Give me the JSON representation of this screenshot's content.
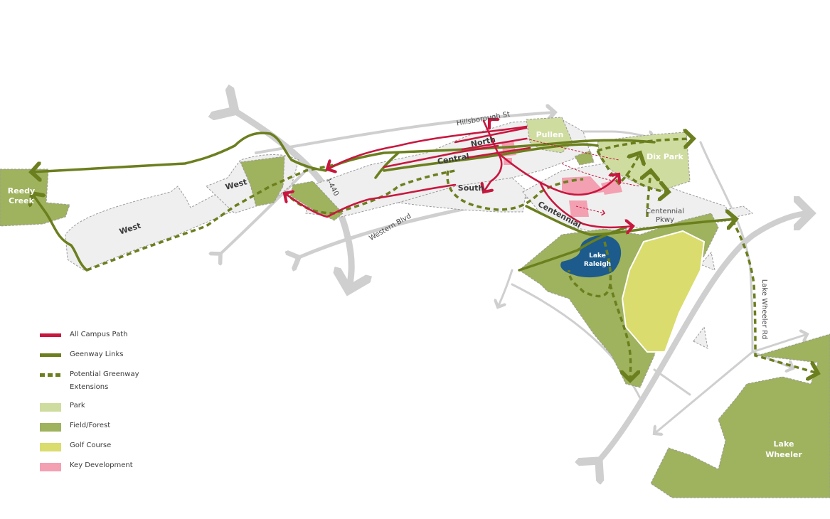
{
  "colors": {
    "campus_path": "#c8173f",
    "greenway": "#6b7f1e",
    "park": "#cfdc9f",
    "field_forest": "#9fb25e",
    "golf": "#dadc6e",
    "key_development": "#f3a0b2",
    "campus_area": "#efefef",
    "road": "#cfcfcf",
    "lake": "#1d5b8c"
  },
  "labels": {
    "reedy_creek": [
      "Reedy",
      "Creek"
    ],
    "west_1": "West",
    "west_2": "West",
    "i440": "I-440",
    "western_blvd": "Western Blvd",
    "hillsborough": "Hillsborough St",
    "north": "North",
    "central": "Central",
    "south": "South",
    "pullen": "Pullen",
    "dix_park": "Dix Park",
    "centennial": "Centennial",
    "centennial_pkwy": [
      "Centennial",
      "Pkwy"
    ],
    "lake_raleigh": [
      "Lake",
      "Raleigh"
    ],
    "lake_wheeler_rd": "Lake Wheeler Rd",
    "lake_wheeler": [
      "Lake",
      "Wheeler"
    ]
  },
  "legend": {
    "items": [
      {
        "label": "All Campus Path",
        "type": "line",
        "color": "#c8173f"
      },
      {
        "label": "Geenway Links",
        "type": "line",
        "color": "#6b7f1e"
      },
      {
        "label": "Potential Greenway Extensions",
        "type": "dash",
        "color": "#6b7f1e"
      },
      {
        "label": "Park",
        "type": "box",
        "color": "#cfdc9f"
      },
      {
        "label": "Field/Forest",
        "type": "box",
        "color": "#9fb25e"
      },
      {
        "label": "Golf Course",
        "type": "box",
        "color": "#dadc6e"
      },
      {
        "label": "Key Development",
        "type": "box",
        "color": "#f3a0b2"
      }
    ]
  }
}
